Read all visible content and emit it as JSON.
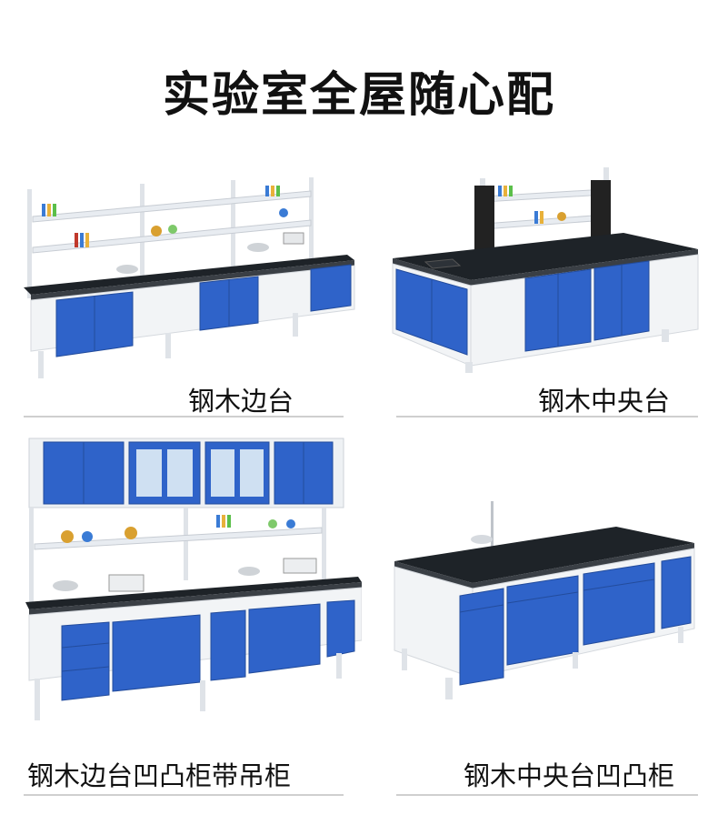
{
  "title": "实验室全屋随心配",
  "products": [
    {
      "label": "钢木边台",
      "image": "steel-wood-side-bench"
    },
    {
      "label": "钢木中央台",
      "image": "steel-wood-central-bench"
    },
    {
      "label": "钢木边台凹凸柜带吊柜",
      "image": "steel-wood-side-bench-with-wall-cabinets"
    },
    {
      "label": "钢木中央台凹凸柜",
      "image": "steel-wood-central-bench-recessed"
    }
  ],
  "colors": {
    "cabinet_blue": "#2f63c9",
    "worktop_black": "#1e2328",
    "frame_white": "#f2f4f6",
    "rule_gray": "#cfcfcf"
  }
}
